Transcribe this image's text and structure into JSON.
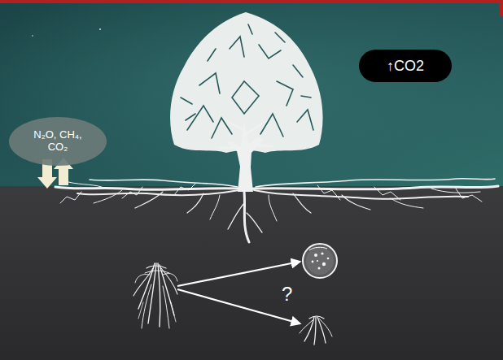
{
  "diagram": {
    "nodes": [
      {
        "text": [
          "↑CO2"
        ]
      },
      {
        "text": [
          "N₂O, CH₄, CO₂"
        ]
      }
    ],
    "labels": [
      "?"
    ]
  }
}
